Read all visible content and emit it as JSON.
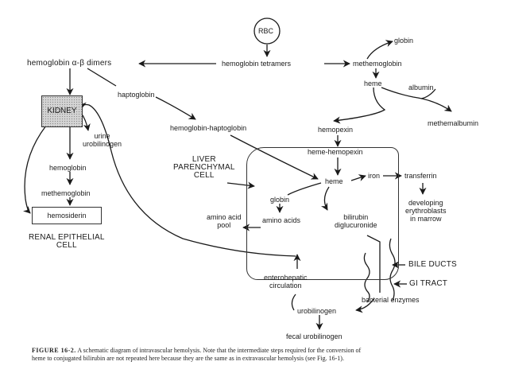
{
  "nodes": {
    "rbc": "RBC",
    "globin_top": "globin",
    "hemoglobin_dimers": "hemoglobin α-β dimers",
    "hemoglobin_tetramers": "hemoglobin tetramers",
    "methemoglobin_top": "methemoglobin",
    "heme_top": "heme",
    "albumin": "albumin",
    "kidney": "KIDNEY",
    "haptoglobin": "haptoglobin",
    "methemalbumin": "methemalbumin",
    "hemoglobin_haptoglobin": "hemoglobin-haptoglobin",
    "hemopexin": "hemopexin",
    "urine_urobilinogen": "urine\nurobilinogen",
    "heme_hemopexin": "heme-hemopexin",
    "liver_parenchymal_cell": "LIVER\nPARENCHYMAL\nCELL",
    "hemoglobin_kidney": "hemoglobin",
    "heme_liver": "heme",
    "iron": "iron",
    "transferrin": "transferrin",
    "methemoglobin_kidney": "methemoglobin",
    "globin_liver": "globin",
    "developing_erythroblasts": "developing\nerythroblasts\nin marrow",
    "hemosiderin": "hemosiderin",
    "amino_acid_pool": "amino acid\npool",
    "amino_acids": "amino acids",
    "bilirubin_diglucuronide": "bilirubin\ndiglucuronide",
    "renal_epithelial_cell": "RENAL EPITHELIAL\nCELL",
    "bile_ducts": "BILE DUCTS",
    "gi_tract": "GI TRACT",
    "enterohepatic_circulation": "enterohepatic\ncirculation",
    "bacterial_enzymes": "bacterial enzymes",
    "urobilinogen": "urobilinogen",
    "fecal_urobilinogen": "fecal urobilinogen"
  },
  "caption": {
    "figure_number": "FIGURE 16-2.",
    "text": "A schematic diagram of intravascular hemolysis. Note that the intermediate steps required for the conversion of heme to conjugated bilirubin are not repeated here because they are the same as in extravascular hemolysis (see Fig. 16-1)."
  }
}
